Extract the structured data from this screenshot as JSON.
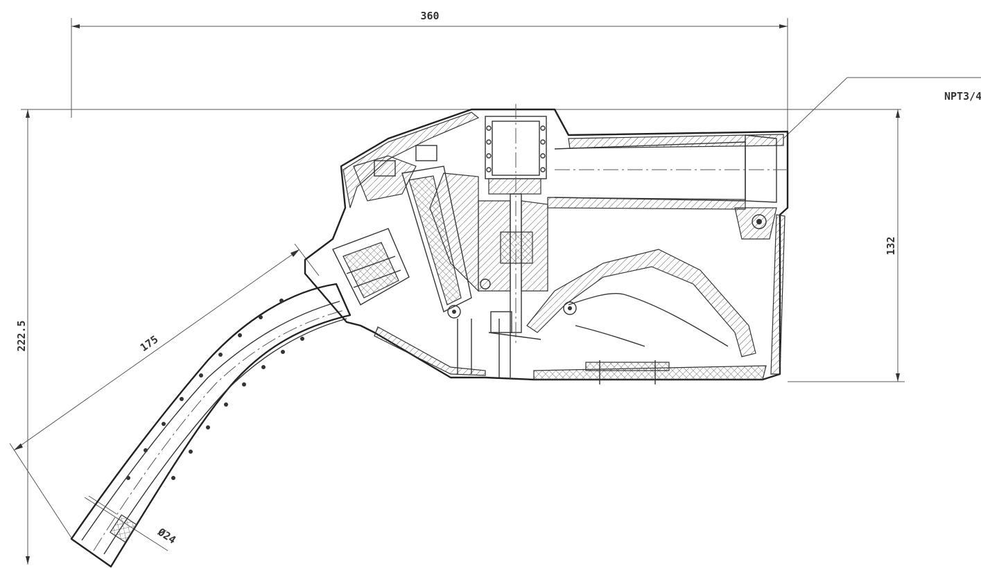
{
  "drawing": {
    "dimensions": {
      "overall_length": "360",
      "overall_height": "222.5",
      "body_height": "132",
      "spout_length": "175",
      "spout_diameter": "Ø24",
      "thread": "NPT3/4"
    }
  }
}
